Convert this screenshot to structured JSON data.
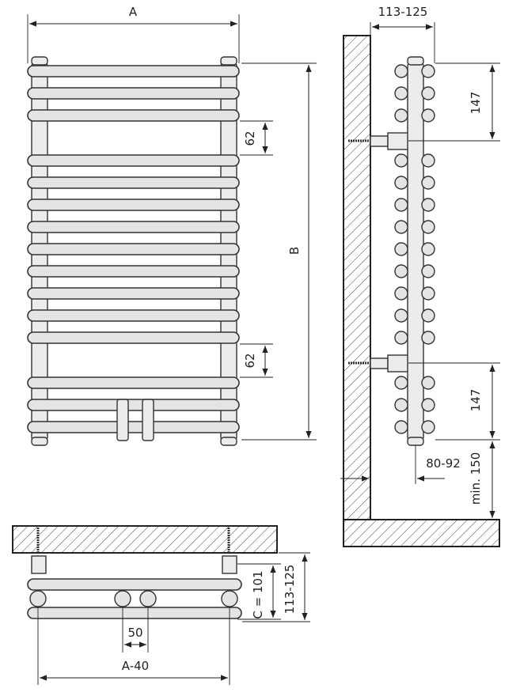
{
  "labels": {
    "width_a": "A",
    "height_b": "B",
    "depth_range": "113-125",
    "top_spacing": "147",
    "bottom_spacing": "147",
    "bar_gap_top": "62",
    "bar_gap_bottom": "62",
    "wall_distance": "80-92",
    "floor_min": "min. 150",
    "center_c": "C = 101",
    "depth_side": "113-125",
    "pipe_spacing": "50",
    "axis_spacing": "A-40"
  },
  "colors": {
    "line": "#333333",
    "fill": "#e4e4e4"
  }
}
